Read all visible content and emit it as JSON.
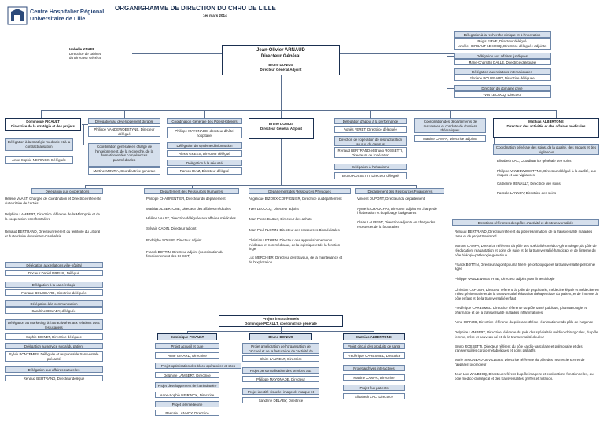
{
  "header": {
    "title": "ORGANIGRAMME DE DIRECTION DU CHRU DE LILLE",
    "date": "1er mars 2014",
    "logo_line1": "Centre Hospitalier Régional",
    "logo_line2": "Universitaire de Lille"
  },
  "knaff": {
    "name": "Isabelle KNAFF",
    "l1": "Directrice de cabinet",
    "l2": "du Directeur Général"
  },
  "dg": {
    "name": "Jean-Olivier ARNAUD",
    "title": "Directeur Général",
    "adj_name": "Bruno DONIUS",
    "adj_title": "Directeur Général Adjoint"
  },
  "right_top": {
    "recherche_h": "Délégation à la recherche clinique et à l'innovation",
    "recherche_b1": "Régis FIEVE, Directeur délégué",
    "recherche_b2": "Amélie HERBAUT-LECOCQ, Directrice déléguée adjointe",
    "juridiques_h": "Délégation aux affaires juridiques",
    "juridiques_b": "Marie-Charlotte DALLE, Directrice déléguée",
    "relations_h": "Délégation aux relations internationales",
    "relations_b": "Floriane BOUGEARD, Directrice déléguée",
    "domaine_h": "Direction du domaine privé",
    "domaine_b": "Yves LECOCQ, Directeur"
  },
  "picault": {
    "name": "Dominique PICAULT",
    "title": "Directrice de la stratégie et des projets",
    "d1_h": "Délégation à la stratégie médicale et à la contractualisation",
    "d1_b": "Anne-Sophie NEIRINCK, Déléguée"
  },
  "col2": {
    "dev_h": "Délégation au développement durable",
    "dev_b": "Philippe VANDEWOESTYNE, Directeur délégué",
    "ens_h": "Coordination générale en charge de l'enseignement, de la recherche, de la formation et des compétences paramédicales",
    "ens_b": "Martine MOURA, Coordinatrice générale"
  },
  "col3": {
    "coord_h": "Coordination Générale des Pôles Hôteliers",
    "coord_b": "Philippe MAYONADE, directeur d'hôtel hospitalier",
    "si_h": "Délégation du système d'information",
    "si_b": "Alexis GREES, Directeur délégué",
    "secu_h": "Délégation à la sécurité",
    "secu_b": "Ramon DIAZ, Directeur délégué"
  },
  "donius_box": {
    "name": "Bruno DONIUS",
    "title": "Directeur Général Adjoint"
  },
  "col5": {
    "appui_h": "Délégation d'appui à la performance",
    "appui_b": "Agnès FERET, Directrice déléguée",
    "restruct_h": "Direction de l'opération de restructuration au sud du campus",
    "restruct_b": "Renaud BERTRAND et Bruno ROSSETTI, Directeurs de l'opération",
    "urba_h": "Délégation à l'urbanisme",
    "urba_b": "Bruno ROSSETTI, Directeur délégué"
  },
  "col6": {
    "coord_h": "Coordination des départements de ressources et conduite de dossiers thématiques",
    "coord_b": "Martine CAMPA, Directrice adjointe"
  },
  "albertone": {
    "name": "Mathias ALBERTONE",
    "title": "Directeur des activités et des affaires médicales",
    "c1_h": "Coordination générale des soins, de la qualité, des risques et des vigilances",
    "c1_b1": "Elisabeth LAC, Coordinatrice générale des soins",
    "c1_b2": "Philippe VANDEWOESTYNE, Directeur délégué à la qualité, aux risques et aux vigilances",
    "c1_b3": "Catherine RENAULT, Directrice des soins",
    "c1_b4": "Pascale LANNOY, Directrice des soins"
  },
  "coop": {
    "h": "Délégation aux coopérations",
    "b1": "Hélène VAAST, Chargée de coordination et Directrice référente du territoire de l'Artois",
    "b2": "Delphine LAMBERT, Directrice référente de la Métropole et de la coopération transfrontalière",
    "b3": "Renaud BERTRAND, Directeur référent du territoire du Littoral et du territoire du Hainaut-Cambrésis"
  },
  "left_list": [
    {
      "h": "Délégation aux relations ville-hôpital",
      "b": "Docteur Daniel DREUIL, Délégué"
    },
    {
      "h": "Délégation à la cancérologie",
      "b": "Floriane BOUGEARD, Directrice déléguée"
    },
    {
      "h": "Délégation à la communication",
      "b": "Sandrine DELABY, déléguée"
    },
    {
      "h": "Délégation au marketing, à l'attractivité et aux relations avec les usagers",
      "b": "Sophie BOINET, Directrice déléguée"
    },
    {
      "h": "Délégation au service social du patient",
      "b": "Sylvie BONTEMPS, Déléguée et responsable transversale précarité"
    },
    {
      "h": "Délégation aux affaires culturelles",
      "b": "Renaud BERTRAND, Directeur délégué"
    }
  ],
  "drh": {
    "h": "Département des Ressources Humaines",
    "items": [
      "Philippe CHARPENTIER, Directeur du département",
      "Mathias ALBERTONE, Directeur des affaires médicales",
      "Hélène VAAST, Directrice déléguée aux affaires médicales",
      "Sylvain CADIN, Directeur adjoint",
      "Rodolphe SOULIE, Directeur adjoint",
      "Franck BOTTIN, Directeur adjoint (coordination du fonctionnement des CHSCT)"
    ]
  },
  "drp": {
    "h": "Département des Ressources Physiques",
    "items": [
      "Angélique BIZOUX-COFFIGNIER, Directrice du département",
      "Yves LECOCQ, Directeur adjoint",
      "Jean-Pierre BAILLY, Directeur des achats",
      "Jean-Paul FLORIN, Directeur des ressources Biomédicales",
      "Christian LETHIEN, Directeur des approvisionnements médicaux et non médicaux, de la logistique et de la fonction linge",
      "Luc MERCHIER, Directeur des travaux, de la maintenance et de l'exploitation"
    ]
  },
  "drf": {
    "h": "Département des Ressources Financières",
    "items": [
      "Vincent DUPONT, Directeur du département",
      "Aymeric CHAUCHAT, Directeur adjoint en charge de l'élaboration et du pilotage budgétaires",
      "Claire LAURENT, Directrice adjointe en charge des recettes et de la facturation"
    ]
  },
  "poles": {
    "h": "Directions référentes des pôles d'activité et des transversalités",
    "items": [
      "Renaud BERTRAND, Directeur référent du pôle réanimation, de la transversalité maladies rares et du projet Sterimord",
      "Martine CAMPA, Directrice référente du pôle des spécialités médico-gérontologie, du pôle de rééducation, réadaptation et soins de suite et de la transversalité handicap, et de l'interne du pôle biologie-pathologie-génétique.",
      "Franck BOTTIN, Directeur adjoint pour la filière gérontologique et la transversalité personne âgée",
      "Philippe VANDEWOESTYNE, Directeur adjoint pour l'infectiologie",
      "Christian CAPLIER, Directeur référent du pôle de psychiatrie, médecine légale et médecine en milieu pénitentiaire et de la transversalité éducation thérapeutique du patient, et de l'interne du pôle enfant et de la transversalité enfant",
      "Frédérique CARESMEL, Directrice référente du pôle santé publique, pharmacologie et pharmacie et de la transversalité maladies inflammatoires",
      "Anne GIRARD, Directrice référente du pôle anesthésie-réanimation et du pôle de l'urgence",
      "Delphine LAMBERT, Directrice référente du pôle des spécialités médico-chirurgicales, du pôle femme, mère et nouveau-né et de la transversalité douleur",
      "Bruno ROSSETTI, Directeur référent du pôle cardio-vasculaire et pulmonaire et des transversalités cardio-métaboliques et soins palliatifs",
      "Marie SIMONEAU-DEVILLERS, Directrice référente du pôle des neurosciences et de l'appareil locomoteur",
      "Jean-Luc WALBECQ, Directeur référent du pôle imagerie et explorations fonctionnelles, du pôle médico-chirurgical et des transversalités greffes et nutrition."
    ]
  },
  "pi": {
    "h1": "Projets institutionnels",
    "h2": "Dominique PICAULT, coordinatrice générale",
    "col1_h": "Dominique PICAULT",
    "col2_h": "Bruno DONIUS",
    "col3_h": "Mathias ALBERTONE",
    "c1": [
      [
        "Projet accueil et cure",
        "Anne GIRARD, Directrice"
      ],
      [
        "Projet optimisation des blocs opératoires et sites",
        "Delphine LAMBERT, Directrice"
      ],
      [
        "Projet développement de l'ambulatoire",
        "Anne-Sophie NEIRINCK, Directrice"
      ],
      [
        "Projet télémédecine",
        "Pascale LANNOY, Directrice"
      ]
    ],
    "c2": [
      [
        "Projet amélioration de l'organisation de l'accueil et de la facturation de l'activité de soins",
        "Claire LAURENT, Directrice"
      ],
      [
        "Projet personnalisation des services aux usagers",
        "Philippe MAYONADE, Directeur"
      ],
      [
        "Projet identité visuelle, image de marque et design",
        "Sandrine DELABY, Directrice"
      ]
    ],
    "c3": [
      [
        "Projet circuit des produits de santé",
        "Frédérique CARESMEL, Directrice"
      ],
      [
        "Projet archives interactives",
        "Martine CAMPA, Directrice"
      ],
      [
        "Projet flux patients",
        "Elisabeth LAC, Directrice"
      ]
    ]
  }
}
